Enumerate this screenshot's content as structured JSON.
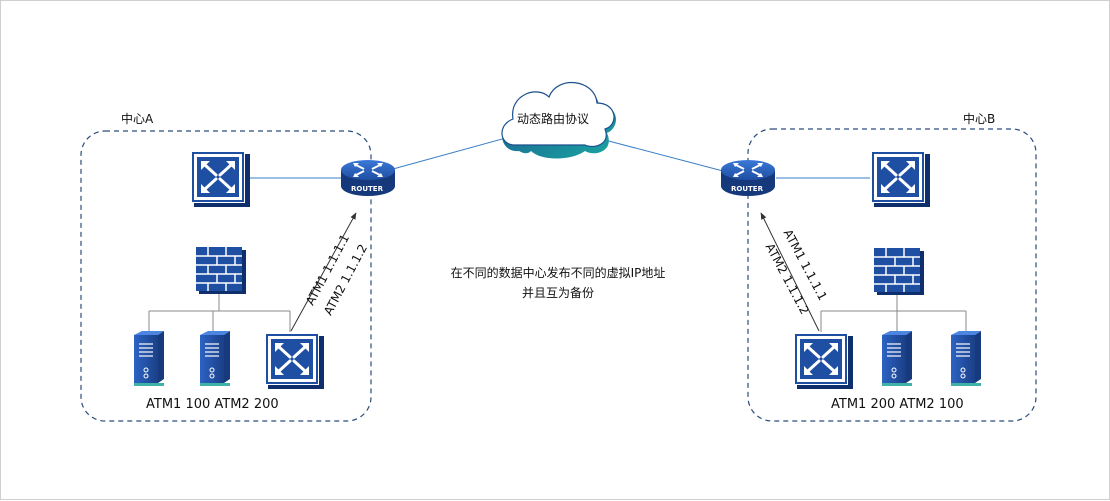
{
  "cloud_label": "动态路由协议",
  "centers": {
    "a": {
      "title": "中心A",
      "router_label": "ROUTER",
      "route_labels": [
        "ATM1 1.1.1.1",
        "ATM2 1.1.1.2"
      ],
      "footer": "ATM1 100 ATM2 200"
    },
    "b": {
      "title": "中心B",
      "router_label": "ROUTER",
      "route_labels": [
        "ATM1 1.1.1.1",
        "ATM2 1.1.1.2"
      ],
      "footer": "ATM1 200 ATM2 100"
    }
  },
  "note_lines": [
    "在不同的数据中心发布不同的虚拟IP地址",
    "并且互为备份"
  ],
  "colors": {
    "device_blue": "#1f4fa3",
    "line_blue": "#3b7fc4",
    "cloud_teal": "#1aa7a1",
    "cloud_dark": "#1c4f8e",
    "dash": "#2a4d7a"
  },
  "icons": [
    "switch-icon",
    "router-icon",
    "firewall-icon",
    "server-icon",
    "cloud-icon"
  ]
}
